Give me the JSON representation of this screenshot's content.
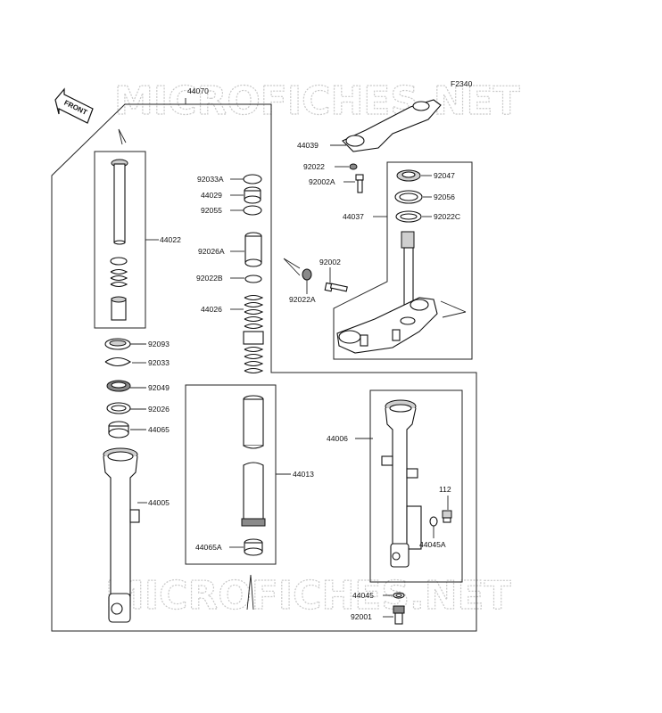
{
  "diagram": {
    "code": "F2340",
    "front_label": "FRONT",
    "watermark": "MICROFICHES.NET"
  },
  "parts": {
    "p44070": "44070",
    "p44039": "44039",
    "p92022": "92022",
    "p92002A": "92002A",
    "p92047": "92047",
    "p92056": "92056",
    "p44037": "44037",
    "p92022C": "92022C",
    "p92002": "92002",
    "p92022A": "92022A",
    "p44022": "44022",
    "p92033A": "92033A",
    "p44029": "44029",
    "p92055": "92055",
    "p92026A": "92026A",
    "p92022B": "92022B",
    "p44026": "44026",
    "p92093": "92093",
    "p92033": "92033",
    "p92049": "92049",
    "p92026": "92026",
    "p44065": "44065",
    "p44005": "44005",
    "p44013": "44013",
    "p44065A": "44065A",
    "p44006": "44006",
    "p112": "112",
    "p44045A": "44045A",
    "p44045": "44045",
    "p92001": "92001"
  }
}
